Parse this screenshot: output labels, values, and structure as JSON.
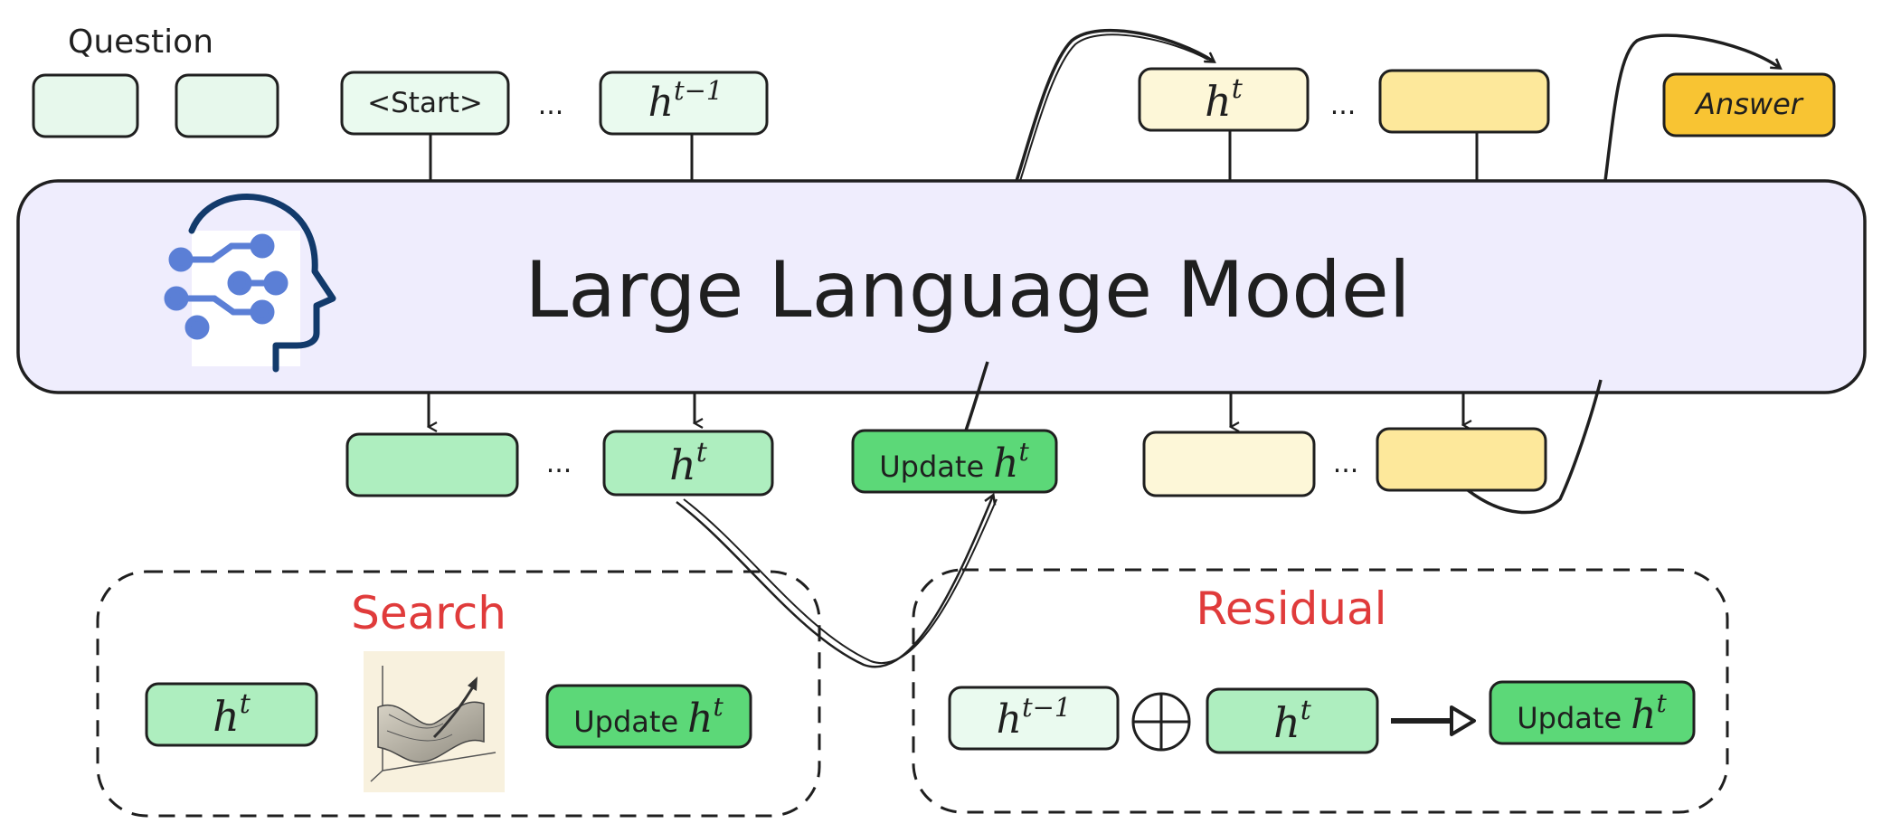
{
  "labels": {
    "question": "Question",
    "start": "<Start>",
    "ellipsis": "...",
    "answer": "Answer",
    "model": "Large Language Model",
    "h_prev": "h",
    "h_prev_sup": "t−1",
    "h": "h",
    "h_sup": "t",
    "update": "Update",
    "search": "Search",
    "residual": "Residual"
  },
  "icons": {
    "model_icon": "brain-circuit-head-icon",
    "search_image": "loss-surface-sketch",
    "plus": "circled-plus-icon",
    "arrow": "right-arrow-icon"
  },
  "colors": {
    "model_fill": "#efedfd",
    "question_token": "#e7f8ec",
    "h_light": "#eafaef",
    "h_mid": "#aeeebf",
    "h_strong": "#5cd878",
    "yellow_light": "#fdf7d8",
    "yellow_mid": "#fde89b",
    "answer": "#f8c433",
    "accent_red": "#e03b3b",
    "icon_blue": "#5b7fd6",
    "icon_navy": "#123a6b"
  }
}
